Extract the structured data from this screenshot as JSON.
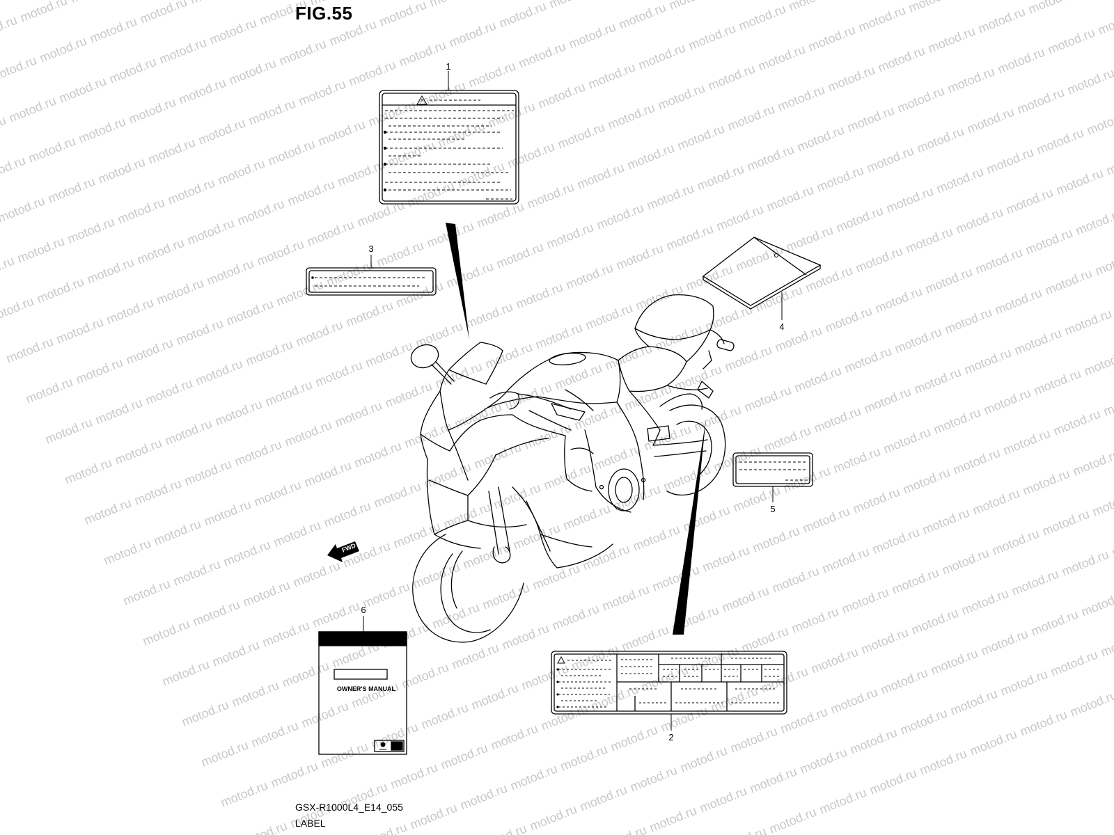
{
  "figure": {
    "title": "FIG.55",
    "code": "GSX-R1000L4_E14_055",
    "name": "LABEL"
  },
  "watermark": {
    "text": "motod.ru",
    "color": "#c8c8c8"
  },
  "callouts": [
    "1",
    "2",
    "3",
    "4",
    "5",
    "6"
  ],
  "fwd_label": "FWD",
  "manual": {
    "title": "OWNER'S MANUAL"
  },
  "colors": {
    "line": "#000000",
    "background": "#ffffff"
  }
}
